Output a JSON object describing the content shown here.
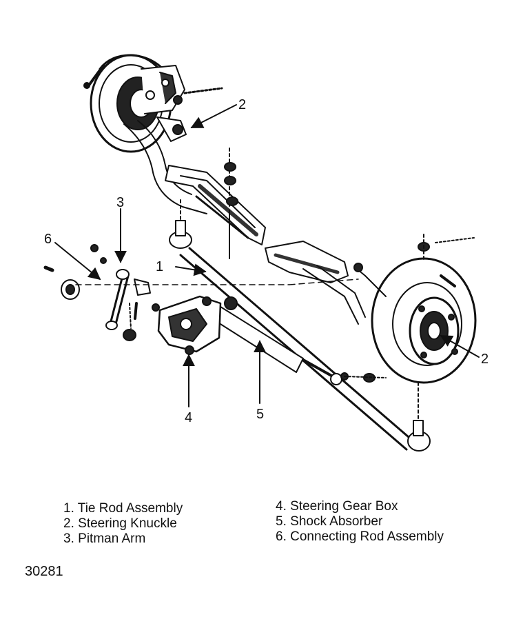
{
  "legend": {
    "items": [
      {
        "number": "1.",
        "label": "Tie Rod Assembly"
      },
      {
        "number": "2.",
        "label": "Steering Knuckle"
      },
      {
        "number": "3.",
        "label": "Pitman Arm"
      },
      {
        "number": "4.",
        "label": "Steering Gear Box"
      },
      {
        "number": "5.",
        "label": "Shock Absorber"
      },
      {
        "number": "6.",
        "label": "Connecting Rod Assembly"
      }
    ]
  },
  "callouts": {
    "c1": "1",
    "c2_top": "2",
    "c2_right": "2",
    "c3": "3",
    "c4": "4",
    "c5": "5",
    "c6": "6"
  },
  "figure_id": "30281",
  "colors": {
    "ink": "#111111",
    "paper": "#ffffff"
  }
}
